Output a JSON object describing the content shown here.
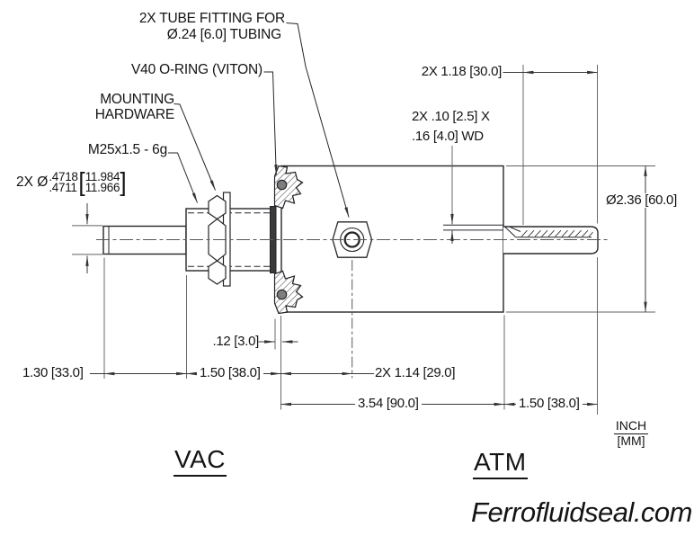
{
  "drawing": {
    "callouts": {
      "tube_fitting_1": "2X TUBE FITTING FOR",
      "tube_fitting_2": "Ø.24 [6.0] TUBING",
      "oring": "V40 O-RING (VITON)",
      "mounting_1": "MOUNTING",
      "mounting_2": "HARDWARE",
      "thread_spec": "M25x1.5 - 6g",
      "shaft_dia": {
        "prefix": "2X Ø",
        "inch_upper": ".4718",
        "inch_lower": ".4711",
        "bracket_open": "[",
        "mm_upper": "11.984",
        "mm_lower": "11.966",
        "bracket_close": "]"
      }
    },
    "dimensions": {
      "thread_length": "2X 1.18 [30.0]",
      "groove_1": "2X .10 [2.5] X",
      "groove_2": ".16 [4.0] WD",
      "body_diameter": "Ø2.36 [60.0]",
      "flange_thickness": ".12 [3.0]",
      "left_shaft_length": "1.30 [33.0]",
      "housing_length": "1.50 [38.0]",
      "port_spacing": "2X 1.14 [29.0]",
      "body_length": "3.54 [90.0]",
      "right_shaft_length": "1.50 [38.0]"
    },
    "legend": {
      "units_primary": "INCH",
      "units_secondary": "[MM]",
      "left_side": "VAC",
      "right_side": "ATM"
    },
    "watermark": "Ferrofluidseal.com",
    "colors": {
      "line": "#26262a",
      "dim_line": "#606060",
      "background": "#ffffff"
    }
  }
}
